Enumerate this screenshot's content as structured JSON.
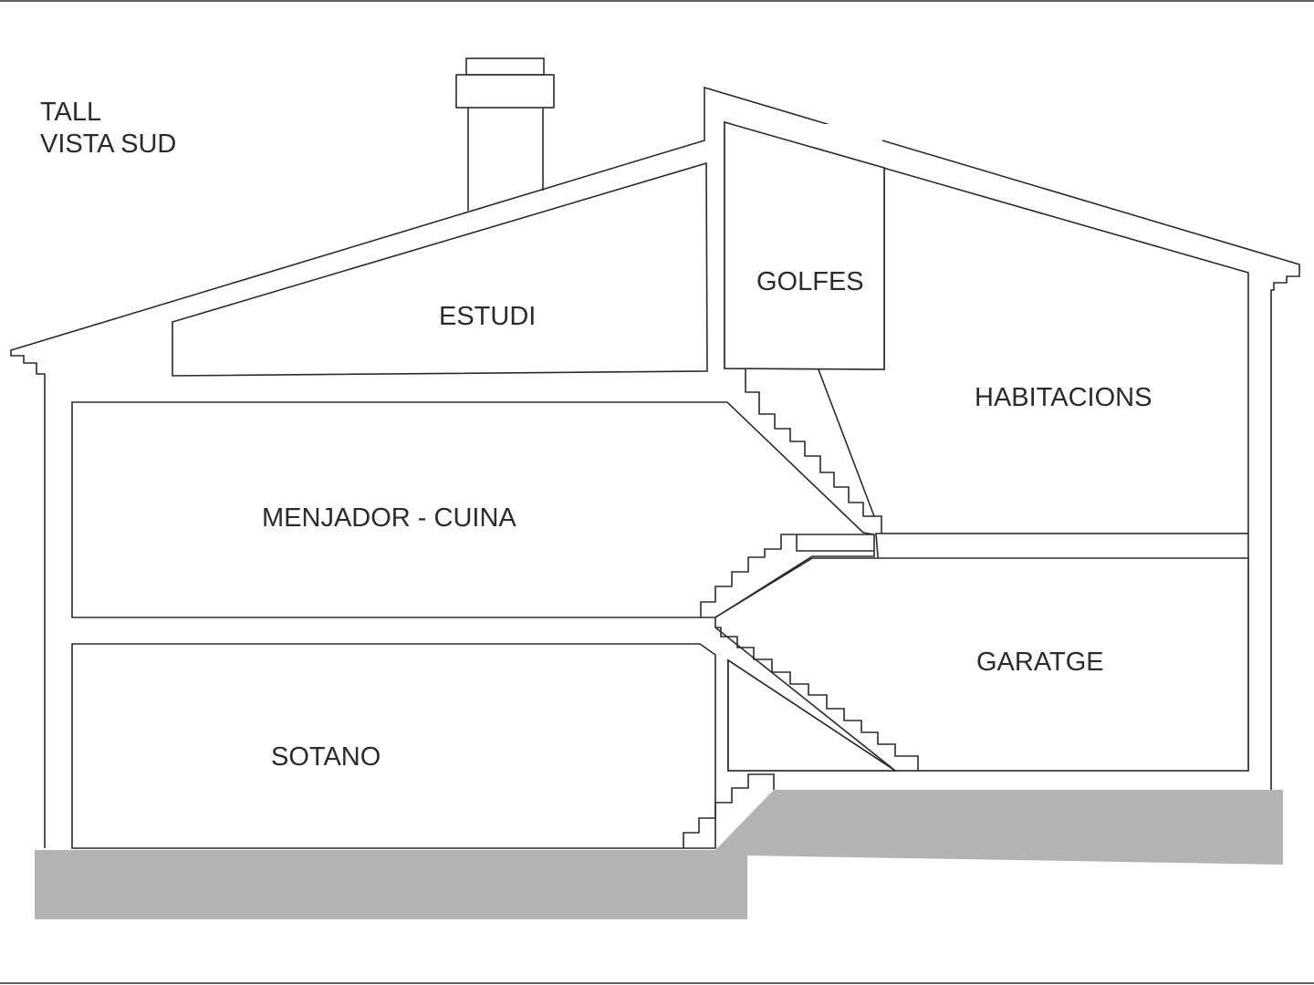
{
  "title": {
    "line1": "TALL",
    "line2": "VISTA SUD"
  },
  "rooms": {
    "estudi": "ESTUDI",
    "golfes": "GOLFES",
    "habitacions": "HABITACIONS",
    "menjador_cuina": "MENJADOR - CUINA",
    "sotano": "SOTANO",
    "garatge": "GARATGE"
  },
  "colors": {
    "line": "#2b2b2b",
    "ground": "#b3b3b3",
    "background": "#ffffff"
  }
}
